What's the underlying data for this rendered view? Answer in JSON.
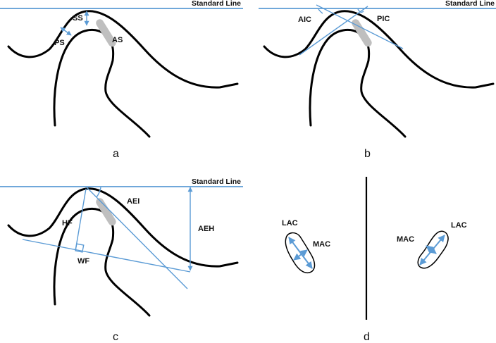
{
  "colors": {
    "blue": "#5b9bd5",
    "curve": "#000000",
    "shade": "#bfbfbf"
  },
  "panels": {
    "a": {
      "label": "a",
      "standard_line": "Standard Line",
      "labels": {
        "ss": "SS",
        "ps": "PS",
        "as": "AS"
      }
    },
    "b": {
      "label": "b",
      "standard_line": "Standard Line",
      "labels": {
        "aic": "AIC",
        "pic": "PIC"
      }
    },
    "c": {
      "label": "c",
      "standard_line": "Standard Line",
      "labels": {
        "aei": "AEI",
        "aeh": "AEH",
        "hf": "HF",
        "wf": "WF"
      }
    },
    "d": {
      "label": "d",
      "left": {
        "lac": "LAC",
        "mac": "MAC"
      },
      "right": {
        "mac": "MAC",
        "lac": "LAC"
      }
    }
  }
}
